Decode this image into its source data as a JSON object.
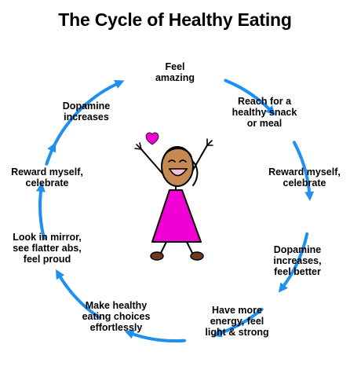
{
  "title": "The Cycle of Healthy Eating",
  "colors": {
    "arrow": "#1E90F0",
    "dress": "#F000D2",
    "skin": "#C58A52",
    "heart": "#F000D2",
    "shoes": "#6B3A1E"
  },
  "steps": [
    {
      "lines": [
        "Feel",
        "amazing"
      ]
    },
    {
      "lines": [
        "Reach for a",
        "healthy snack",
        "or meal"
      ]
    },
    {
      "lines": [
        "Reward myself,",
        "celebrate"
      ]
    },
    {
      "lines": [
        "Dopamine",
        "increases,",
        "feel better"
      ]
    },
    {
      "lines": [
        "Have more",
        "energy, feel",
        "light & strong"
      ]
    },
    {
      "lines": [
        "Make healthy",
        "eating choices",
        "effortlessly"
      ]
    },
    {
      "lines": [
        "Look in mirror,",
        "see flatter abs,",
        "feel proud"
      ]
    },
    {
      "lines": [
        "Reward myself,",
        "celebrate"
      ]
    },
    {
      "lines": [
        "Dopamine",
        "increases"
      ]
    }
  ],
  "icons": {
    "figure": "happy-girl-illustration",
    "heart": "heart-icon",
    "arrow": "cycle-arrow-icon"
  }
}
